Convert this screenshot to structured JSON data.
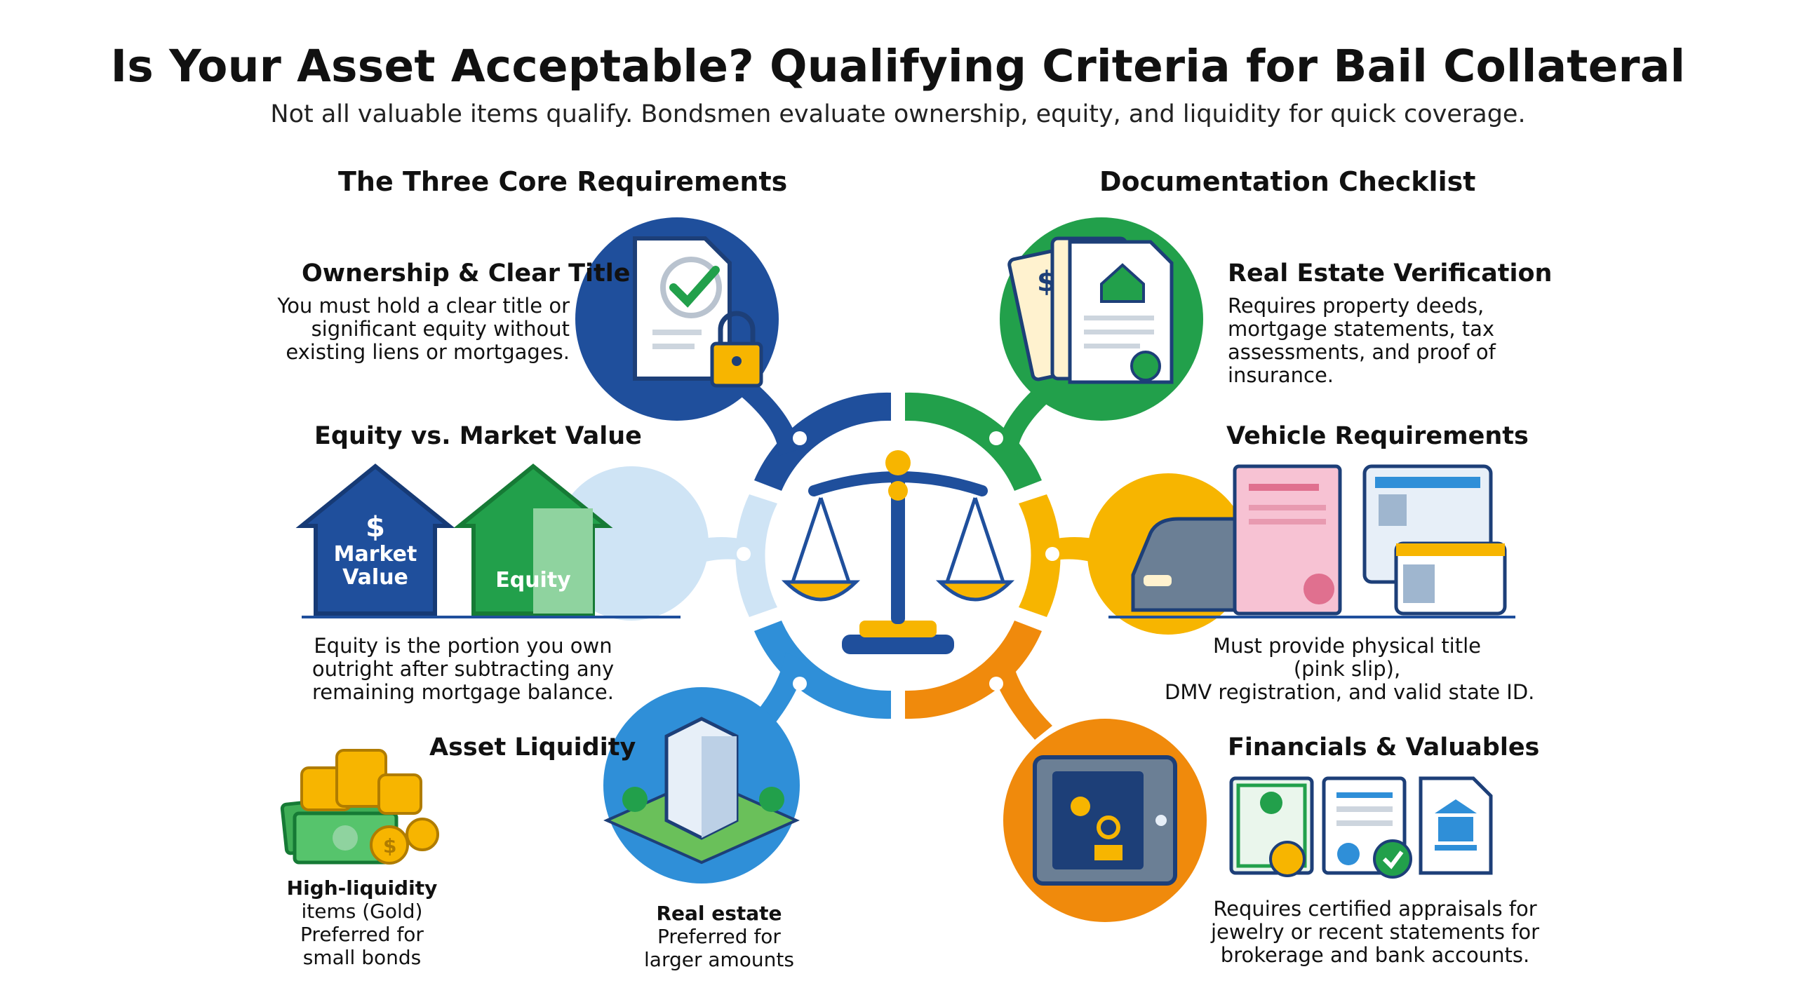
{
  "header": {
    "title": "Is Your Asset Acceptable? Qualifying Criteria for Bail Collateral",
    "subtitle": "Not all valuable items qualify. Bondsmen evaluate ownership, equity, and liquidity for quick coverage."
  },
  "left": {
    "section_title": "The Three Core Requirements",
    "ownership": {
      "title": "Ownership & Clear Title",
      "lines": [
        "You must hold a clear title or",
        "significant equity without",
        "existing liens or mortgages."
      ]
    },
    "equity": {
      "title": "Equity vs. Market Value",
      "house_market_symbol": "$",
      "house_market_line1": "Market",
      "house_market_line2": "Value",
      "house_equity_label": "Equity",
      "lines": [
        "Equity is the portion you own",
        "outright after subtracting any",
        "remaining mortgage balance."
      ]
    },
    "liquidity": {
      "title": "Asset Liquidity",
      "high_lines": [
        "High-liquidity",
        "items (Gold)",
        "Preferred for",
        "small bonds"
      ],
      "real_estate_lines": [
        "Real estate",
        "Preferred for",
        "larger amounts"
      ]
    }
  },
  "right": {
    "section_title": "Documentation Checklist",
    "real_estate": {
      "title": "Real Estate Verification",
      "lines": [
        "Requires property deeds,",
        "mortgage statements, tax",
        "assessments, and proof of",
        "insurance."
      ]
    },
    "vehicle": {
      "title": "Vehicle Requirements",
      "lines": [
        "Must provide physical title",
        "(pink slip),",
        "DMV registration, and valid state ID."
      ]
    },
    "financials": {
      "title": "Financials & Valuables",
      "lines": [
        "Requires certified appraisals for",
        "jewelry or recent statements for",
        "brokerage and bank accounts."
      ]
    }
  },
  "colors": {
    "blue_dark": "#1f4f9c",
    "blue_light": "#2f8fd8",
    "pale_blue": "#cfe4f5",
    "green": "#22a04b",
    "yellow": "#f7b500",
    "orange": "#f08a0c"
  },
  "icons": [
    "document-lock-icon",
    "scales-of-justice-icon",
    "building-icon",
    "coins-cash-icon",
    "house-icon",
    "property-documents-icon",
    "car-documents-icon",
    "safe-valuables-icon",
    "certificates-icon"
  ]
}
